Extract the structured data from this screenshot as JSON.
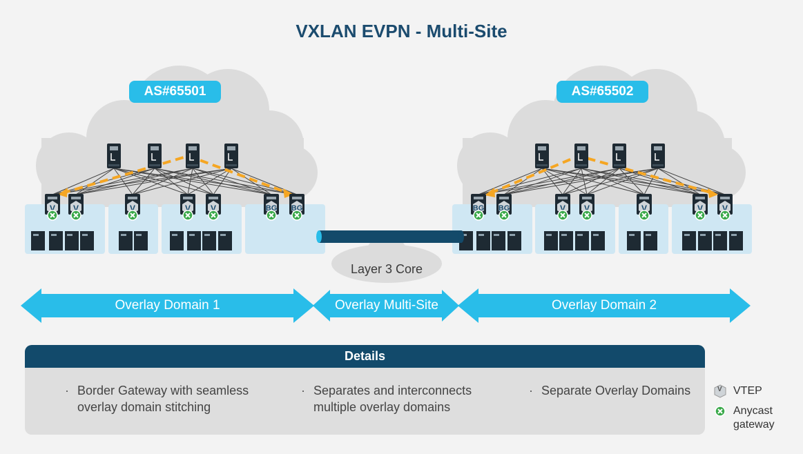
{
  "title": "VXLAN EVPN - Multi-Site",
  "sites": [
    {
      "as_label": "AS#65501"
    },
    {
      "as_label": "AS#65502"
    }
  ],
  "core_label": "Layer 3 Core",
  "domains": {
    "left": "Overlay Domain 1",
    "middle": "Overlay Multi-Site",
    "right": "Overlay Domain 2"
  },
  "details": {
    "heading": "Details",
    "items": [
      {
        "line1": "Border Gateway with seamless",
        "line2": "overlay domain stitching"
      },
      {
        "line1": "Separates and interconnects",
        "line2": "multiple overlay domains"
      },
      {
        "line1": "Separate Overlay Domains",
        "line2": ""
      }
    ]
  },
  "legend": {
    "vtep_label": "VTEP",
    "vtep_glyph": "V",
    "gateway_line1": "Anycast",
    "gateway_line2": "gateway"
  },
  "node_labels": {
    "vtep": "V",
    "border_gateway": "BG"
  },
  "colors": {
    "title": "#1b4b6e",
    "pill": "#29bde9",
    "arrow": "#29bde9",
    "dashed": "#f5a623",
    "header": "#124a6b",
    "pod": "#cfe7f3",
    "gateway": "#3aa94a"
  }
}
